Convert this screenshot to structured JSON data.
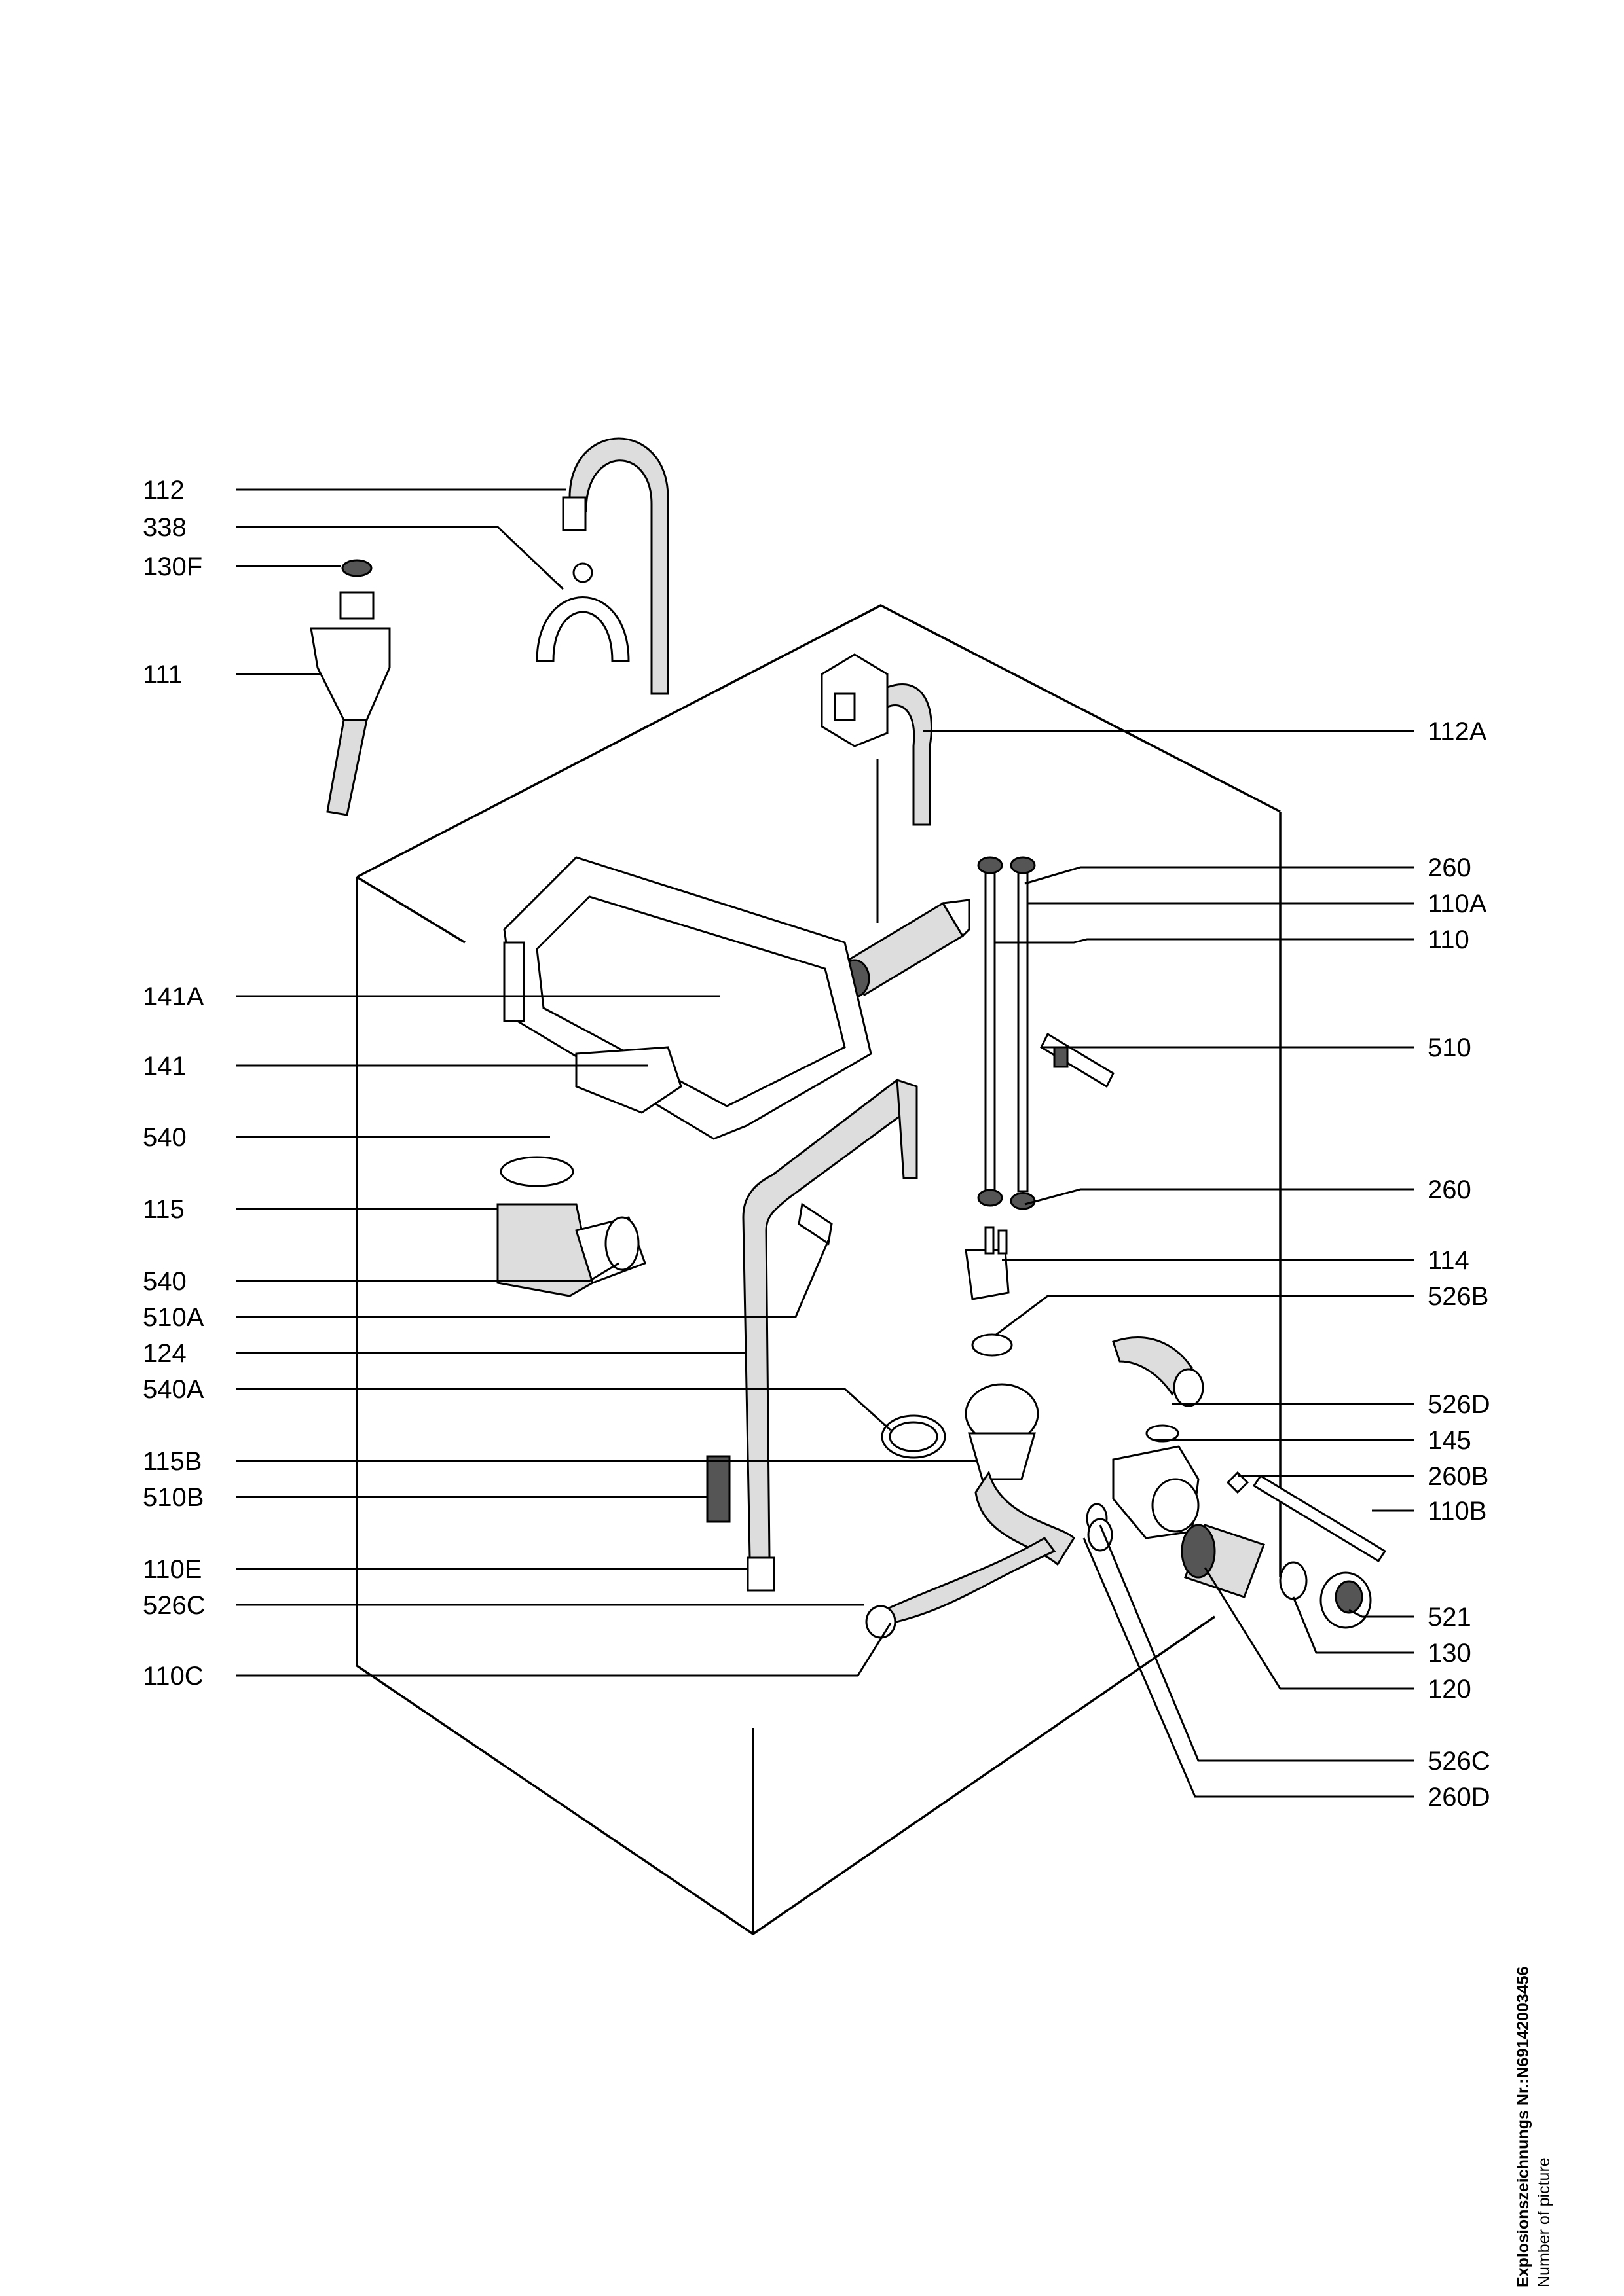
{
  "labels_left": {
    "l112": "112",
    "l338": "338",
    "l130F": "130F",
    "l111": "111",
    "l141A": "141A",
    "l141": "141",
    "l540a": "540",
    "l115": "115",
    "l540b": "540",
    "l510A": "510A",
    "l124": "124",
    "l540A": "540A",
    "l115B": "115B",
    "l510B": "510B",
    "l110E": "110E",
    "l526Ca": "526C",
    "l110C": "110C"
  },
  "labels_right": {
    "r112A": "112A",
    "r260a": "260",
    "r110A": "110A",
    "r110": "110",
    "r510": "510",
    "r260b": "260",
    "r114": "114",
    "r526B": "526B",
    "r526D": "526D",
    "r145": "145",
    "r260B": "260B",
    "r110B": "110B",
    "r521": "521",
    "r130": "130",
    "r120": "120",
    "r526Cb": "526C",
    "r260D": "260D"
  },
  "caption": {
    "line1": "Explosionszeichnungs Nr.:N69142003456",
    "line2": "Number of picture"
  }
}
